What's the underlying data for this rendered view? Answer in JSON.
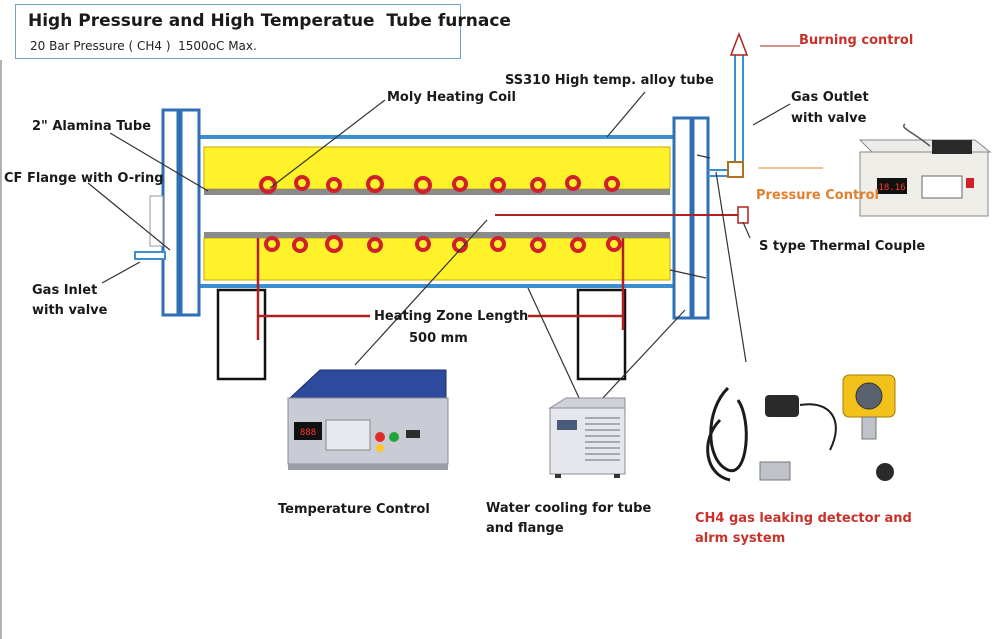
{
  "header": {
    "title": "High Pressure and High Temperatue  Tube furnace",
    "subtitle": "20 Bar Pressure ( CH4 )  1500oC Max."
  },
  "labels": {
    "moly_coil": "Moly Heating Coil",
    "alloy_tube": "SS310 High temp. alloy tube",
    "alumina_tube": "2\" Alamina Tube",
    "cf_flange": "CF Flange with O-ring",
    "gas_inlet_1": "Gas  Inlet",
    "gas_inlet_2": "with valve",
    "burning_control": "Burning control",
    "gas_outlet_1": "Gas Outlet",
    "gas_outlet_2": "with valve",
    "pressure_control": "Pressure Control",
    "thermocouple": "S type Thermal Couple",
    "heating_zone_1": "Heating Zone Length",
    "heating_zone_2": "500 mm",
    "temperature_control": "Temperature Control",
    "water_cooling": "Water cooling for tube and flange",
    "ch4_detector": "CH4 gas leaking detector and alrm system"
  },
  "colors": {
    "frame_blue": "#3b8fd0",
    "flange_blue": "#2f6fb5",
    "insulation_yellow": "#fff22a",
    "coil_red": "#d0202c",
    "annotation_red": "#c8322a",
    "pressure_orange": "#e2802e",
    "title_border": "#6fa3c7"
  },
  "icons": {
    "temperature_controller": "temperature-controller-box",
    "water_chiller": "water-chiller-unit",
    "pressure_controller": "pressure-controller-box",
    "gas_detector": "ch4-gas-detector-kit"
  }
}
